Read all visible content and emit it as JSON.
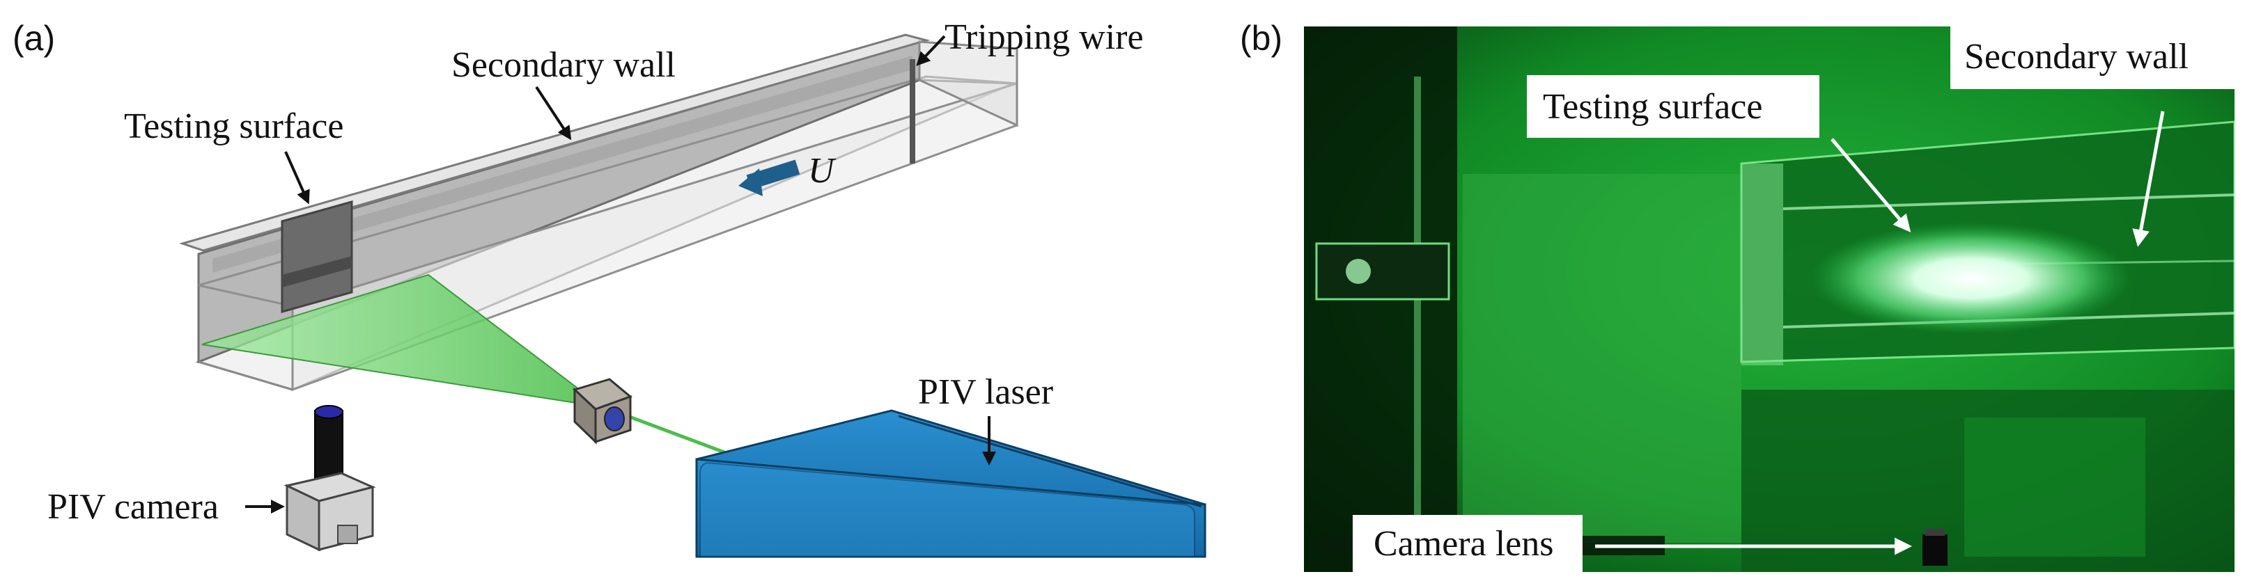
{
  "panels": {
    "a": {
      "tag": "(a)",
      "labels": {
        "secondary_wall": "Secondary wall",
        "tripping_wire": "Tripping wire",
        "testing_surface": "Testing surface",
        "flow_symbol": "U",
        "piv_laser": "PIV laser",
        "piv_camera": "PIV camera"
      }
    },
    "b": {
      "tag": "(b)",
      "labels": {
        "testing_surface": "Testing surface",
        "secondary_wall": "Secondary wall",
        "camera_lens": "Camera lens"
      }
    }
  },
  "colors": {
    "laser_sheet": "#7fd67f",
    "laser_box": "#1a75b0",
    "flow_arrow": "#1f5f8b",
    "photo_green": "#0e8a22",
    "photo_glow": "#e8fff0"
  }
}
